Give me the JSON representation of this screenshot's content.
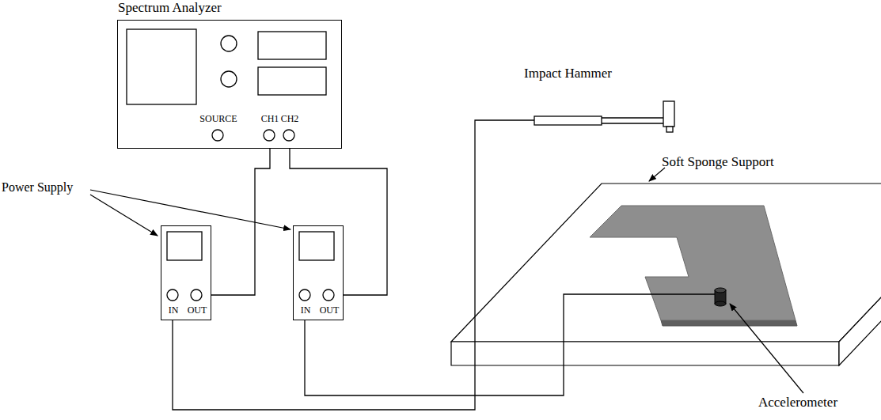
{
  "diagram": {
    "nodes": [
      {
        "text": [
          "Spectrum Analyzer",
          "SOURCE",
          "CH1",
          "CH2"
        ]
      },
      {
        "text": [
          "IN",
          "OUT"
        ]
      },
      {
        "text": [
          "IN",
          "OUT"
        ]
      }
    ],
    "edges": [
      {
        "from": 0,
        "to": 1,
        "arrow": "none"
      },
      {
        "from": 0,
        "to": 2,
        "arrow": "none"
      }
    ],
    "labels": [
      "Power Supply",
      "Impact Hammer",
      "Soft Sponge Support",
      "Accelerometer"
    ]
  }
}
